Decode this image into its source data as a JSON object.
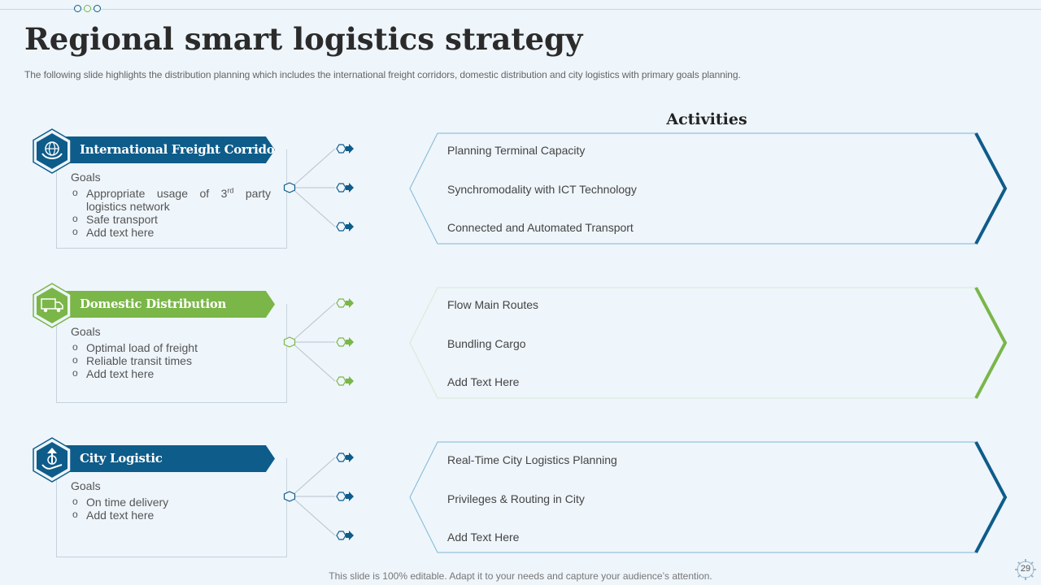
{
  "slide": {
    "title": "Regional smart logistics strategy",
    "subtitle": "The following slide highlights the distribution planning which includes the international freight corridors, domestic distribution and city logistics with primary goals planning.",
    "activities_heading": "Activities",
    "footer": "This slide is 100% editable. Adapt it to your needs and capture your audience’s attention.",
    "page_number": "29"
  },
  "colors": {
    "blue": "#0e5c8a",
    "green": "#7ab648",
    "background": "#eef5fb"
  },
  "sections": [
    {
      "name": "International Freight Corridors",
      "icon": "globe-hands-icon",
      "color": "#0e5c8a",
      "goals_label": "Goals",
      "goals": [
        {
          "text": "Appropriate usage of 3",
          "sup": "rd",
          "text2": " party logistics network"
        },
        {
          "text": "Safe transport"
        },
        {
          "text": "Add text here"
        }
      ],
      "activities": [
        "Planning Terminal  Capacity",
        "Synchromodality with ICT Technology",
        "Connected  and Automated Transport"
      ]
    },
    {
      "name": "Domestic Distribution",
      "icon": "delivery-truck-icon",
      "color": "#7ab648",
      "goals_label": "Goals",
      "goals": [
        {
          "text": "Optimal load of freight"
        },
        {
          "text": "Reliable  transit times"
        },
        {
          "text": "Add text here"
        }
      ],
      "activities": [
        "Flow Main Routes",
        "Bundling Cargo",
        "Add Text Here"
      ]
    },
    {
      "name": "City Logistic",
      "icon": "hand-arrow-icon",
      "color": "#0e5c8a",
      "goals_label": "Goals",
      "goals": [
        {
          "text": "On time delivery"
        },
        {
          "text": "Add text here"
        }
      ],
      "activities": [
        "Real-Time  City Logistics Planning",
        "Privileges  & Routing in City",
        "Add Text Here"
      ]
    }
  ]
}
